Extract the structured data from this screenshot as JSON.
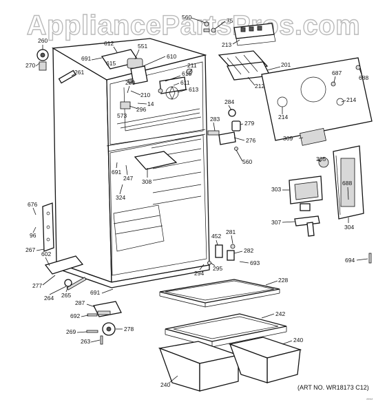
{
  "watermark": "AppliancePartsPros.com",
  "art_number": "(ART NO. WR18173 C12)",
  "corner_mark": "****",
  "part_labels": [
    "560",
    "75",
    "213",
    "260",
    "612",
    "551",
    "691",
    "615",
    "610",
    "201",
    "270",
    "261",
    "211",
    "687",
    "688",
    "615",
    "212",
    "280",
    "611",
    "613",
    "210",
    "14",
    "296",
    "573",
    "284",
    "214",
    "214",
    "279",
    "283",
    "276",
    "309",
    "560",
    "305",
    "691",
    "247",
    "308",
    "688",
    "303",
    "324",
    "676",
    "307",
    "96",
    "304",
    "281",
    "452",
    "267",
    "282",
    "693",
    "602",
    "694",
    "295",
    "294",
    "228",
    "277",
    "264",
    "265",
    "691",
    "287",
    "242",
    "692",
    "278",
    "269",
    "240",
    "263",
    "240"
  ]
}
